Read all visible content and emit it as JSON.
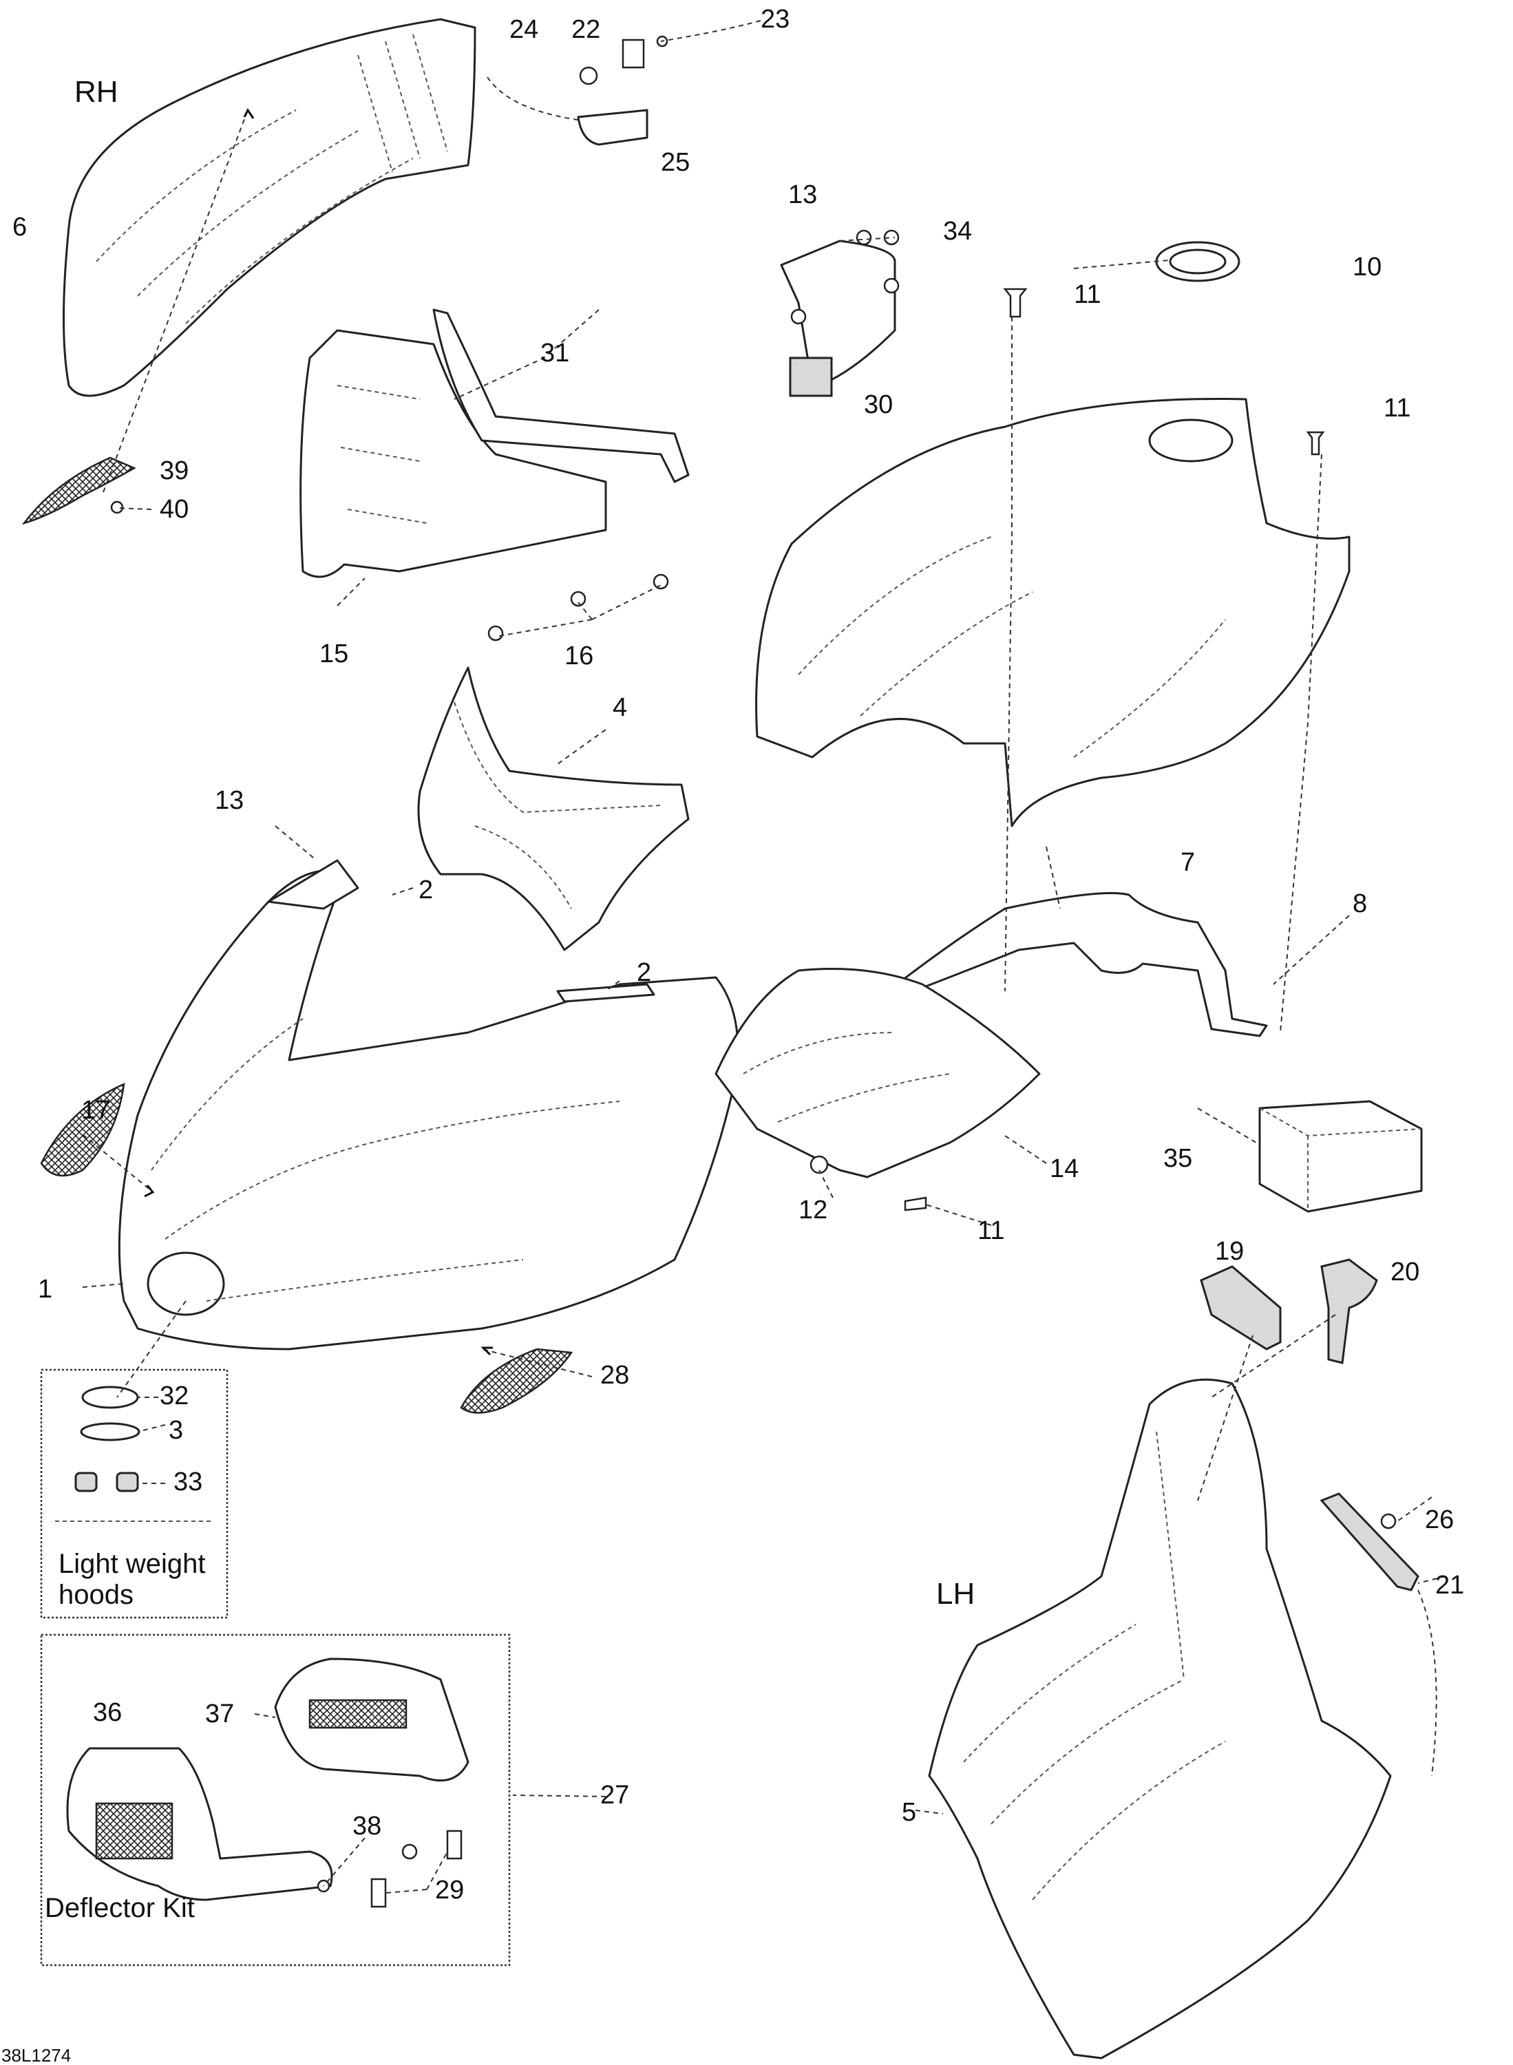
{
  "side_labels": {
    "rh": "RH",
    "lh": "LH"
  },
  "boxes": {
    "light_weight_hoods": [
      "Light weight",
      "hoods"
    ],
    "deflector_kit": "Deflector Kit"
  },
  "figure_id": "38L1274",
  "callouts": {
    "c1": "1",
    "c2a": "2",
    "c2b": "2",
    "c3": "3",
    "c4": "4",
    "c5": "5",
    "c6": "6",
    "c7": "7",
    "c8": "8",
    "c10": "10",
    "c11a": "11",
    "c11b": "11",
    "c11c": "11",
    "c12": "12",
    "c13a": "13",
    "c13b": "13",
    "c14": "14",
    "c15": "15",
    "c16": "16",
    "c17": "17",
    "c19": "19",
    "c20": "20",
    "c21": "21",
    "c22": "22",
    "c23": "23",
    "c24": "24",
    "c25": "25",
    "c26": "26",
    "c27": "27",
    "c28": "28",
    "c29": "29",
    "c30": "30",
    "c31": "31",
    "c32": "32",
    "c33": "33",
    "c34": "34",
    "c35": "35",
    "c36": "36",
    "c37": "37",
    "c38": "38",
    "c39": "39",
    "c40": "40"
  }
}
